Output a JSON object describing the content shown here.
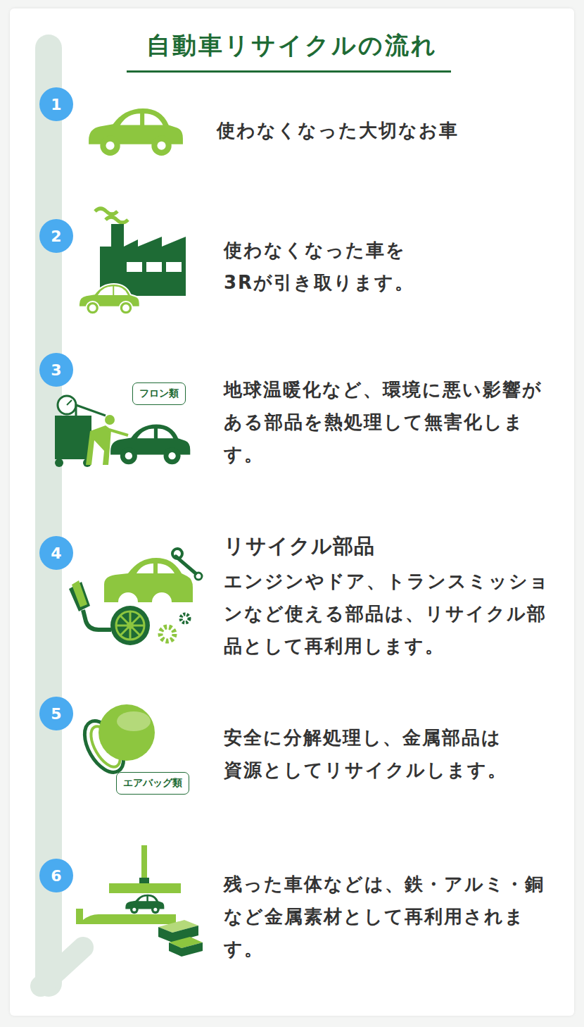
{
  "diagram": {
    "title": "自動車リサイクルの流れ",
    "nodes": [
      {
        "text": [
          "1"
        ]
      },
      {
        "text": [
          "2"
        ]
      },
      {
        "text": [
          "3"
        ]
      },
      {
        "text": [
          "フロン類"
        ]
      },
      {
        "text": [
          "4"
        ]
      },
      {
        "text": [
          "5"
        ]
      },
      {
        "text": [
          "エアバッグ類"
        ]
      },
      {
        "text": [
          "6"
        ]
      }
    ],
    "labels": [
      "使わなくなった大切なお車",
      "使わなくなった車を 3Rが引き取ります。",
      "地球温暖化など、環境に悪い影響がある部品を熱処理して無害化します。",
      "リサイクル部品",
      "エンジンやドア、トランスミッションなど使える部品は、リサイクル部品として再利用します。",
      "安全に分解処理し、金属部品は 資源としてリサイクルします。",
      "残った車体などは、鉄・アルミ・銅など金属素材として再利用されます。"
    ]
  }
}
